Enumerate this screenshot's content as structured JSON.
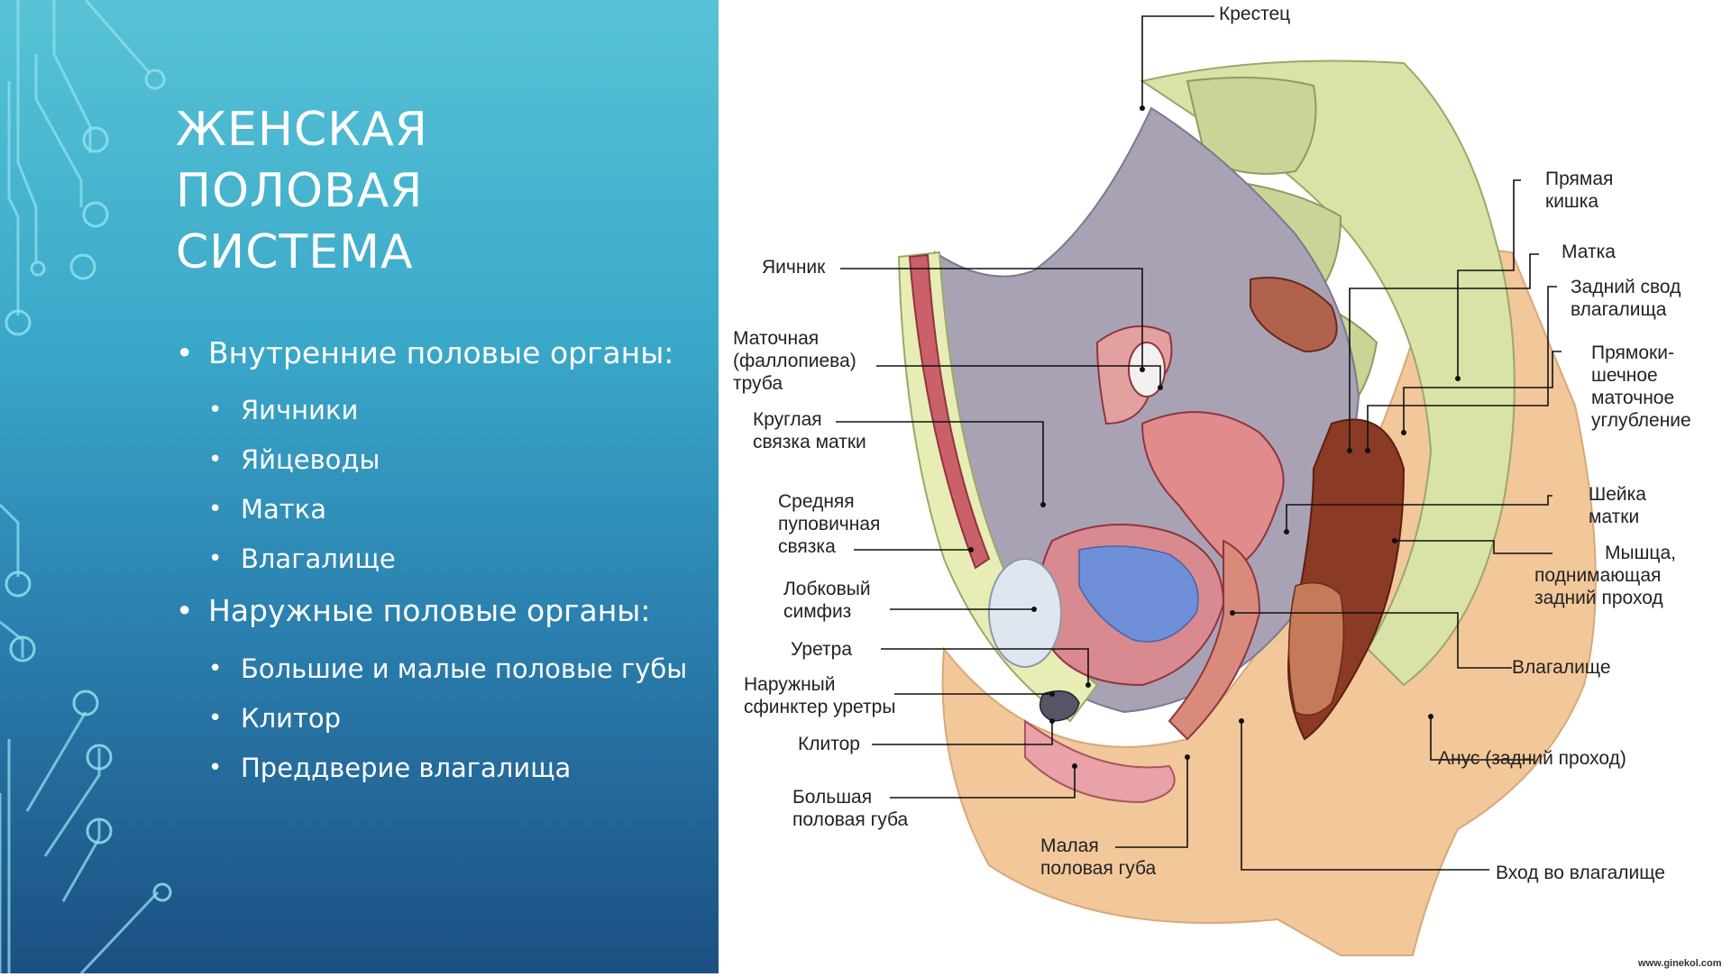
{
  "slide": {
    "title_lines": [
      "ЖЕНСКАЯ",
      "ПОЛОВАЯ",
      "СИСТЕМА"
    ],
    "internal_heading": "Внутренние половые органы:",
    "internal_items": [
      "Яичники",
      "Яйцеводы",
      "Матка",
      "Влагалище"
    ],
    "external_heading": "Наружные половые органы:",
    "external_items": [
      "Большие и малые половые губы",
      "Клитор",
      "Преддверие влагалища"
    ]
  },
  "diagram": {
    "labels": {
      "sacrum": "Крестец",
      "rectum": [
        "Прямая",
        "кишка"
      ],
      "uterus": "Матка",
      "posterior_fornix": [
        "Задний свод",
        "влагалища"
      ],
      "rectouterine_pouch": [
        "Прямоки-",
        "шечное",
        "маточное",
        "углубление"
      ],
      "cervix": [
        "Шейка",
        "матки"
      ],
      "levator_ani": [
        "Мышца,",
        "поднимающая",
        "задний проход"
      ],
      "vagina": "Влагалище",
      "anus": "Анус (задний проход)",
      "vaginal_orifice": "Вход во влагалище",
      "ovary": "Яичник",
      "fallopian_tube": [
        "Маточная",
        "(фаллопиева)",
        "труба"
      ],
      "round_ligament": [
        "Круглая",
        "связка матки"
      ],
      "median_umbilical_ligament": [
        "Средняя",
        "пуповичная",
        "связка"
      ],
      "pubic_symphysis": [
        "Лобковый",
        "симфиз"
      ],
      "urethra": "Уретра",
      "urethral_sphincter": [
        "Наружный",
        "сфинктер уретры"
      ],
      "clitoris": "Клитор",
      "labia_majora": [
        "Большая",
        "половая губа"
      ],
      "labia_minora": [
        "Малая",
        "половая губа"
      ]
    },
    "credit": "www.ginekol.com"
  },
  "colors": {
    "panel_top": "#58c3d6",
    "panel_bottom": "#1c4f82",
    "skin": "#f2c79a",
    "bone": "#d9e3a8",
    "muscle": "#c9606a"
  }
}
